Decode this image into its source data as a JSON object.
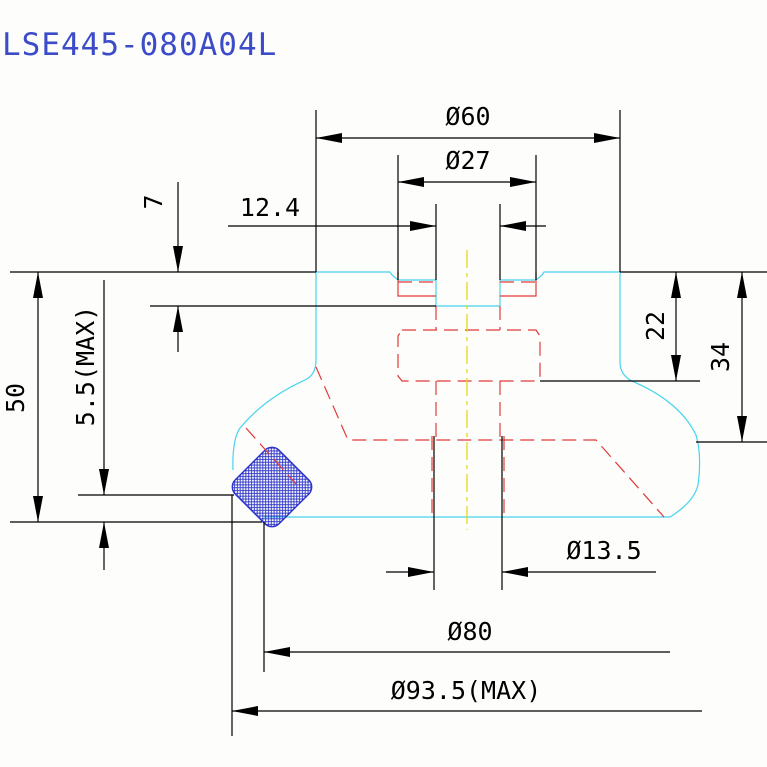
{
  "title": "LSE445-080A04L",
  "dimensions": {
    "d60": "Ø60",
    "d27": "Ø27",
    "d12_4": "12.4",
    "d7": "7",
    "d5_5max": "5.5(MAX)",
    "d50": "50",
    "d22": "22",
    "d34": "34",
    "d13_5": "Ø13.5",
    "d80": "Ø80",
    "d93_5max": "Ø93.5(MAX)"
  },
  "colors": {
    "title": "#3c4bc8",
    "outline": "#45d4ee",
    "hidden": "#e23a3a",
    "centerline": "#e8d800",
    "hatch": "#2a32c8",
    "dimension": "#000000"
  }
}
